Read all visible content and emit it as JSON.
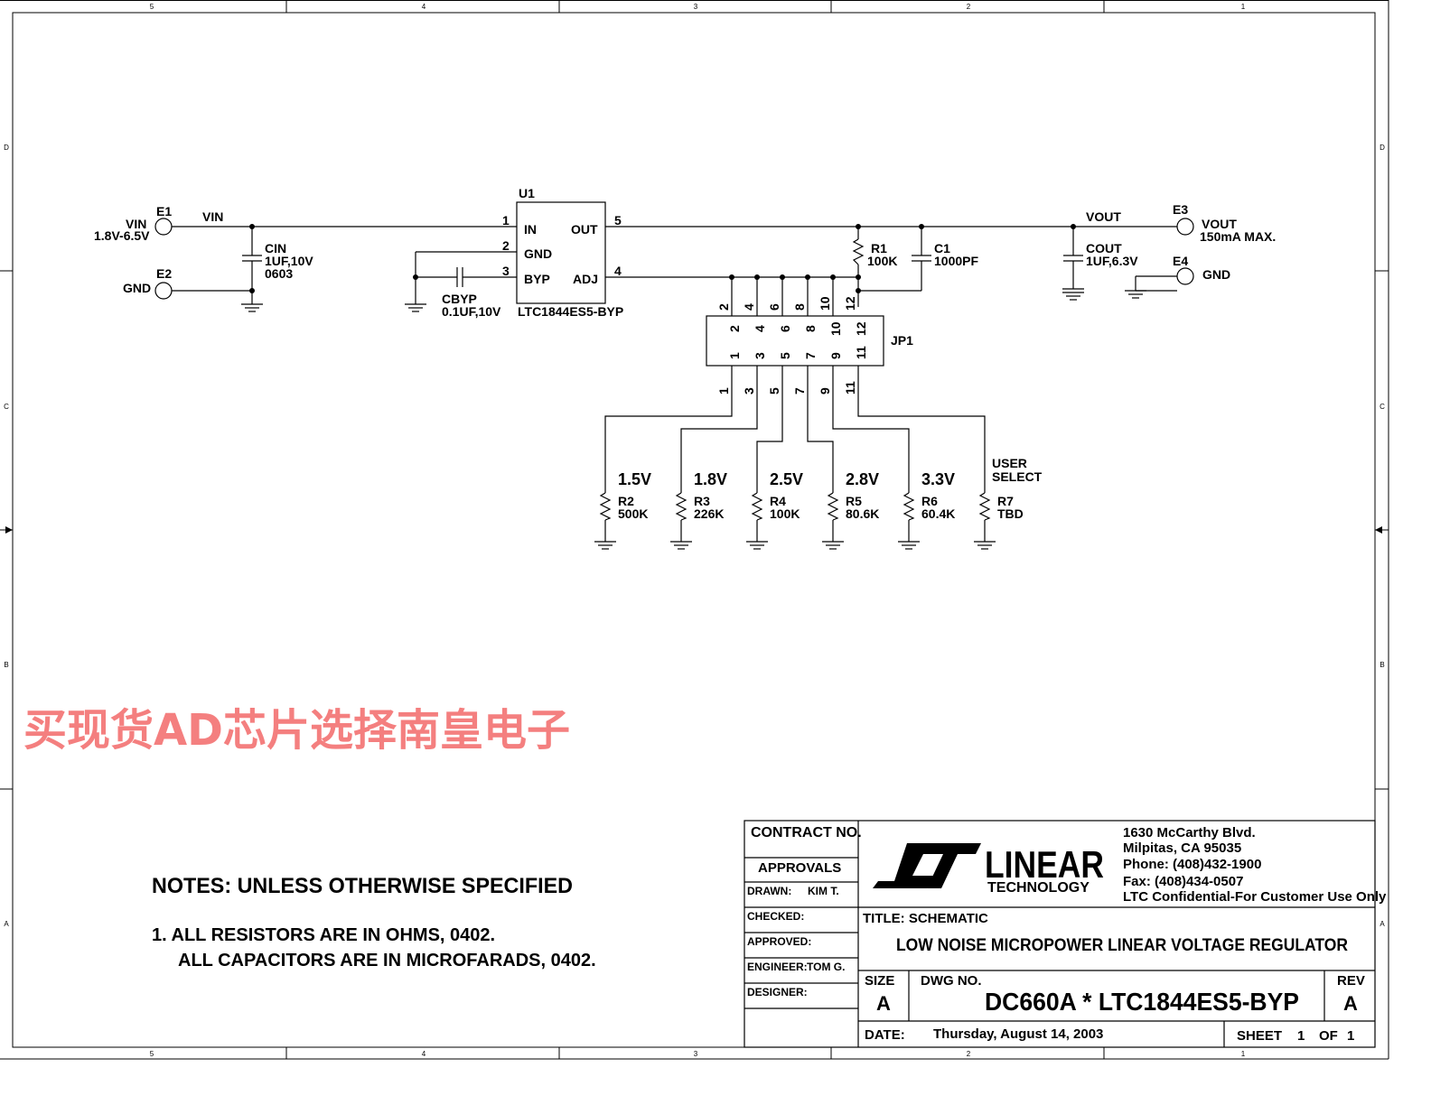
{
  "border": {
    "cols_top": [
      "5",
      "4",
      "3",
      "2",
      "1"
    ],
    "cols_bottom": [
      "5",
      "4",
      "3",
      "2",
      "1"
    ],
    "rows_left": [
      "D",
      "C",
      "B",
      "A"
    ],
    "rows_right": [
      "D",
      "C",
      "B",
      "A"
    ]
  },
  "input": {
    "e1": "E1",
    "vin_label": "VIN",
    "vin_range": "1.8V-6.5V",
    "net_vin": "VIN",
    "e2": "E2",
    "gnd_label": "GND"
  },
  "cin": {
    "ref": "CIN",
    "value": "1UF,10V",
    "pkg": "0603"
  },
  "u1": {
    "ref": "U1",
    "part": "LTC1844ES5-BYP",
    "pin_in": "IN",
    "pin_gnd": "GND",
    "pin_byp": "BYP",
    "pin_out": "OUT",
    "pin_adj": "ADJ",
    "n1": "1",
    "n2": "2",
    "n3": "3",
    "n4": "4",
    "n5": "5"
  },
  "cbyp": {
    "ref": "CBYP",
    "value": "0.1UF,10V"
  },
  "r1": {
    "ref": "R1",
    "value": "100K"
  },
  "c1": {
    "ref": "C1",
    "value": "1000PF"
  },
  "output": {
    "net_vout": "VOUT",
    "e3": "E3",
    "vout_label": "VOUT",
    "vout_max": "150mA MAX.",
    "e4": "E4",
    "gnd_label": "GND"
  },
  "cout": {
    "ref": "COUT",
    "value": "1UF,6.3V"
  },
  "jp1": {
    "ref": "JP1",
    "top_pins": [
      "2",
      "4",
      "6",
      "8",
      "10",
      "12"
    ],
    "bottom_pins": [
      "1",
      "3",
      "5",
      "7",
      "9",
      "11"
    ]
  },
  "presets": [
    {
      "voltage": "1.5V",
      "ref": "R2",
      "value": "500K"
    },
    {
      "voltage": "1.8V",
      "ref": "R3",
      "value": "226K"
    },
    {
      "voltage": "2.5V",
      "ref": "R4",
      "value": "100K"
    },
    {
      "voltage": "2.8V",
      "ref": "R5",
      "value": "80.6K"
    },
    {
      "voltage": "3.3V",
      "ref": "R6",
      "value": "60.4K"
    },
    {
      "voltage_line1": "USER",
      "voltage_line2": "SELECT",
      "ref": "R7",
      "value": "TBD"
    }
  ],
  "watermark": "买现货AD芯片选择南皇电子",
  "notes": {
    "heading": "NOTES:  UNLESS OTHERWISE SPECIFIED",
    "line1": "1.  ALL RESISTORS ARE IN OHMS, 0402.",
    "line2": "ALL CAPACITORS ARE IN MICROFARADS, 0402."
  },
  "title_block": {
    "contract": "CONTRACT NO.",
    "approvals": "APPROVALS",
    "drawn": "DRAWN:",
    "drawn_by": "KIM T.",
    "checked": "CHECKED:",
    "approved": "APPROVED:",
    "engineer": "ENGINEER:",
    "engineer_name": "TOM G.",
    "designer": "DESIGNER:",
    "logo_name": "LINEAR",
    "logo_sub": "TECHNOLOGY",
    "address1": "1630 McCarthy Blvd.",
    "address2": "Milpitas, CA 95035",
    "phone": "Phone: (408)432-1900",
    "fax": "Fax: (408)434-0507",
    "confidential": "LTC Confidential-For Customer Use Only",
    "title_label": "TITLE:  SCHEMATIC",
    "title": "LOW NOISE MICROPOWER LINEAR VOLTAGE REGULATOR",
    "size_label": "SIZE",
    "size": "A",
    "dwg_label": "DWG NO.",
    "dwg": "DC660A * LTC1844ES5-BYP",
    "rev_label": "REV",
    "rev": "A",
    "date_label": "DATE:",
    "date": "Thursday, August 14, 2003",
    "sheet_label": "SHEET",
    "sheet": "1",
    "of_label": "OF",
    "of": "1"
  }
}
